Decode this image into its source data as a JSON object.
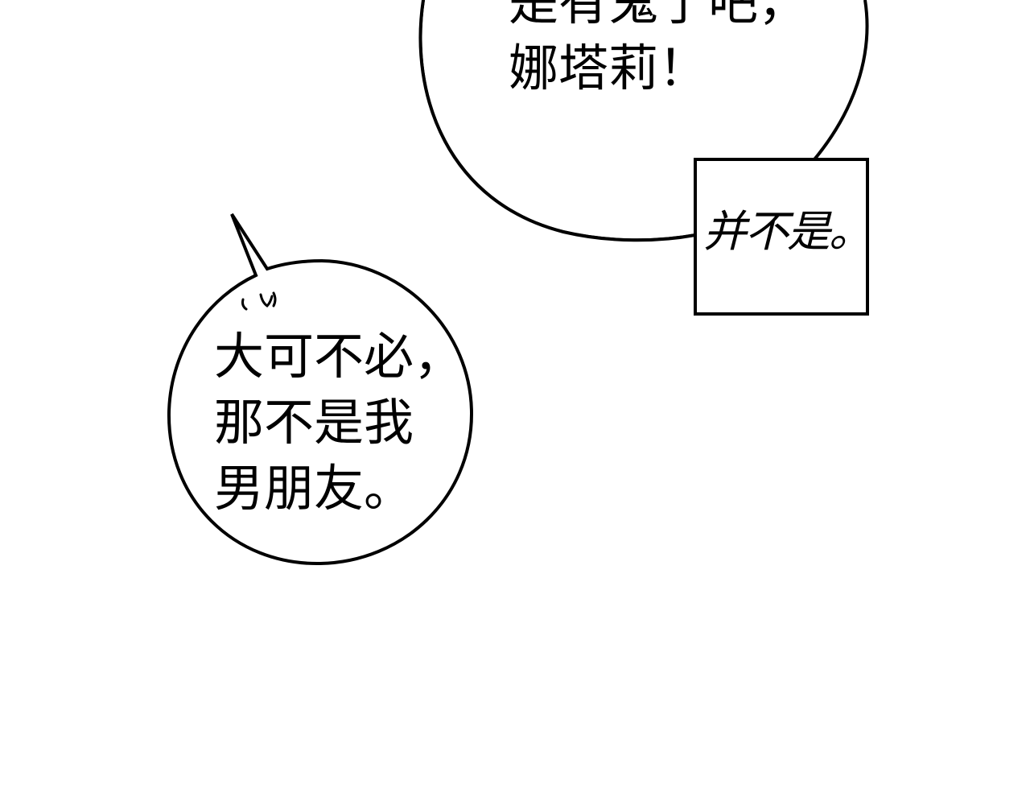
{
  "top_bubble": {
    "lines": [
      "是有鬼了吧，",
      "娜塔莉！"
    ]
  },
  "caption_box": {
    "text": "并不是。"
  },
  "left_bubble": {
    "lines": [
      "大可不必，",
      "那不是我",
      "男朋友。"
    ]
  },
  "colors": {
    "background": "#ffffff",
    "ink": "#000000"
  }
}
